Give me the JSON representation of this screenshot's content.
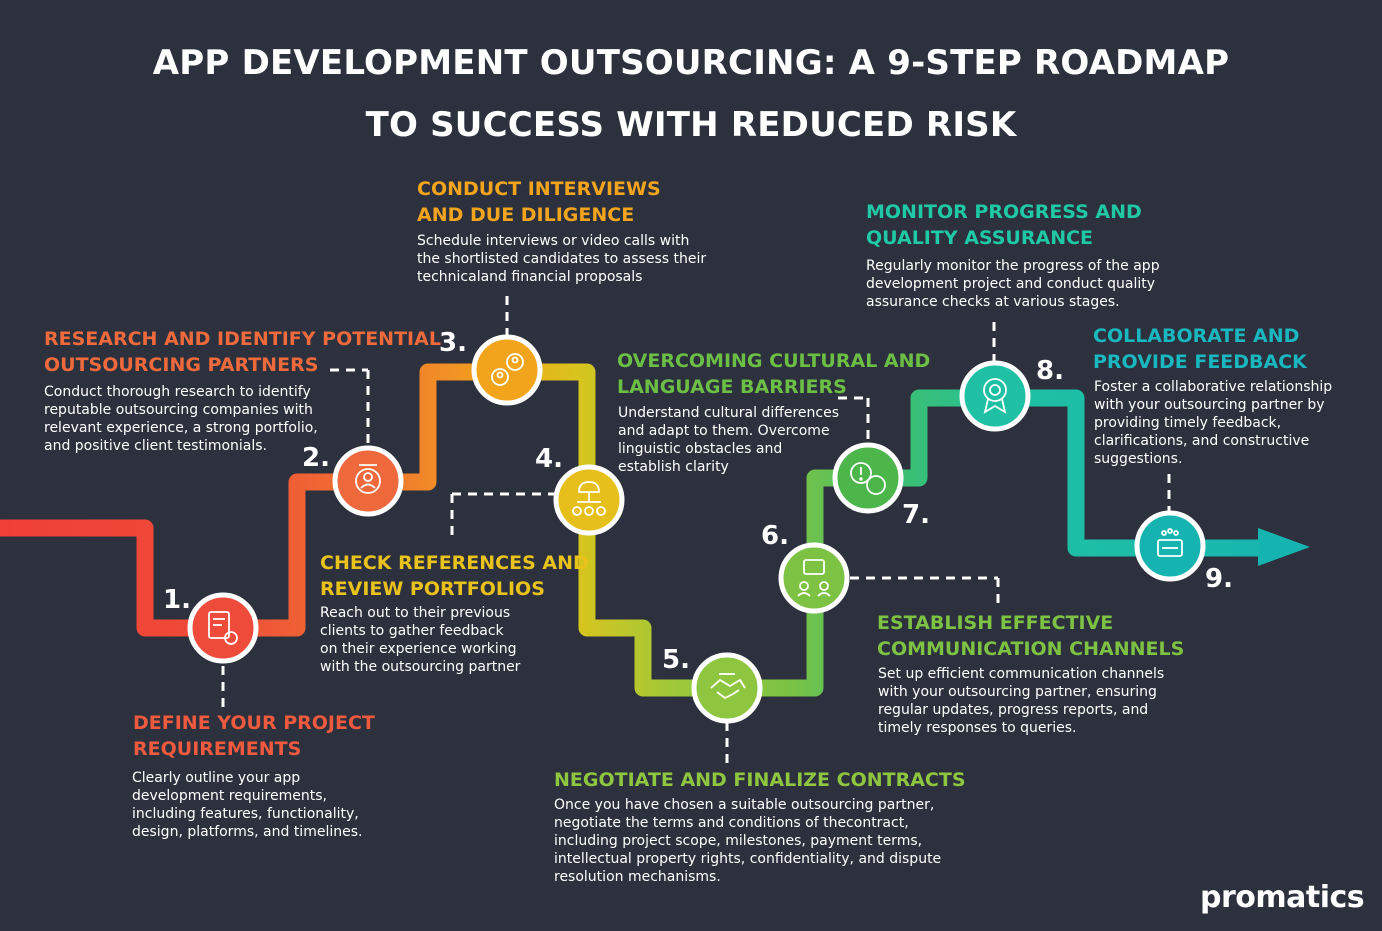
{
  "title": {
    "line1": "APP DEVELOPMENT OUTSOURCING: A 9-STEP ROADMAP",
    "line2": "TO SUCCESS WITH REDUCED RISK"
  },
  "logo": "promatics",
  "colors": {
    "background": "#2c313d",
    "step1": "#ef4b3a",
    "step2": "#ee6a3c",
    "step3": "#f2a51c",
    "step4": "#e6bf1b",
    "step5": "#8ec63f",
    "step6": "#7dc243",
    "step7": "#4cb64a",
    "step8": "#1fc0a3",
    "step9": "#16b4b0"
  },
  "steps": [
    {
      "number": "1.",
      "icon": "document-gear-icon",
      "title": [
        "DEFINE YOUR PROJECT",
        "REQUIREMENTS"
      ],
      "description": [
        "Clearly outline your app",
        "development requirements,",
        "including features, functionality,",
        "design, platforms, and timelines."
      ]
    },
    {
      "number": "2.",
      "icon": "research-person-icon",
      "title": [
        "RESEARCH AND IDENTIFY POTENTIAL",
        "OUTSOURCING PARTNERS"
      ],
      "description": [
        "Conduct thorough research to identify",
        "reputable outsourcing companies with",
        "relevant experience, a strong portfolio,",
        "and positive client testimonials."
      ]
    },
    {
      "number": "3.",
      "icon": "interview-people-icon",
      "title": [
        "CONDUCT INTERVIEWS",
        "AND DUE DILIGENCE"
      ],
      "description": [
        "Schedule interviews or video calls with",
        "the shortlisted candidates to assess their",
        "technicaland financial proposals"
      ]
    },
    {
      "number": "4.",
      "icon": "cloud-network-icon",
      "title": [
        "CHECK REFERENCES AND",
        "REVIEW PORTFOLIOS"
      ],
      "description": [
        "Reach out to their previous",
        "clients to gather feedback",
        "on their experience working",
        "with the outsourcing partner"
      ]
    },
    {
      "number": "5.",
      "icon": "handshake-icon",
      "title": [
        "NEGOTIATE AND FINALIZE CONTRACTS"
      ],
      "description": [
        "Once you have chosen a suitable outsourcing partner,",
        "negotiate the terms and conditions of thecontract,",
        "including project scope, milestones, payment terms,",
        "intellectual property rights, confidentiality, and dispute",
        "resolution mechanisms."
      ]
    },
    {
      "number": "6.",
      "icon": "communication-channel-icon",
      "title": [
        "ESTABLISH EFFECTIVE",
        "COMMUNICATION CHANNELS"
      ],
      "description": [
        "Set up efficient communication channels",
        "with your outsourcing partner, ensuring",
        "regular updates, progress reports, and",
        "timely responses to queries."
      ]
    },
    {
      "number": "7.",
      "icon": "speech-bubbles-icon",
      "title": [
        "OVERCOMING CULTURAL AND",
        "LANGUAGE BARRIERS"
      ],
      "description": [
        "Understand cultural differences",
        "and adapt to them. Overcome",
        "linguistic obstacles and",
        "establish clarity"
      ]
    },
    {
      "number": "8.",
      "icon": "quality-badge-icon",
      "title": [
        "MONITOR PROGRESS AND",
        "QUALITY ASSURANCE"
      ],
      "description": [
        "Regularly monitor the progress of the app",
        "development project and conduct quality",
        "assurance checks at various stages."
      ]
    },
    {
      "number": "9.",
      "icon": "feedback-stars-icon",
      "title": [
        "COLLABORATE AND",
        "PROVIDE FEEDBACK"
      ],
      "description": [
        "Foster a collaborative relationship",
        "with your outsourcing partner by",
        "providing timely feedback,",
        "clarifications, and constructive",
        "suggestions."
      ]
    }
  ]
}
